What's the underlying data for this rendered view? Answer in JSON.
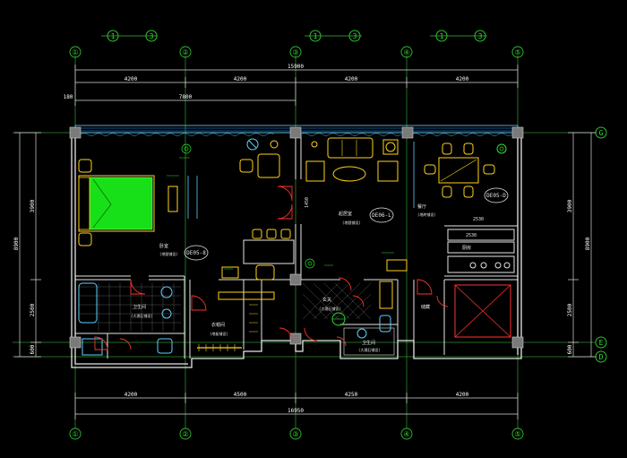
{
  "drawing": {
    "bubbles_top": [
      "①",
      "②",
      "③",
      "④",
      "⑤"
    ],
    "bubbles_bottom": [
      "①",
      "②",
      "③",
      "④",
      "⑤"
    ],
    "bubble_pairs": [
      {
        "left": "1",
        "right": "3"
      },
      {
        "left": "1",
        "right": "3"
      },
      {
        "left": "1",
        "right": "3"
      }
    ],
    "row_bubbles_right": [
      "G",
      "E",
      "D"
    ],
    "dims_top": [
      "4200",
      "4200",
      "4200",
      "4200"
    ],
    "dim_total_top": "15900",
    "dim_sub_top": [
      "180",
      "7800"
    ],
    "dims_bottom": [
      "4200",
      "4500",
      "4250",
      "4200"
    ],
    "dim_total_bottom": "16950",
    "dims_left": [
      "3900",
      "2500",
      "600"
    ],
    "dim_total_left": "8900",
    "dims_right": [
      "3900",
      "2500",
      "600"
    ],
    "dim_total_right": "8900",
    "room_labels": [
      {
        "id": "master-bedroom",
        "text": "卧室",
        "sub": "(地毯铺设)"
      },
      {
        "id": "living-room",
        "text": "起居室",
        "sub": "(地毯铺设)"
      },
      {
        "id": "dining",
        "text": "餐厅",
        "sub": "(地砖铺设)"
      },
      {
        "id": "bath-1",
        "text": "卫生间",
        "sub": "(大理石铺设)"
      },
      {
        "id": "bath-2",
        "text": "卫生间",
        "sub": "(大理石铺设)"
      },
      {
        "id": "closet",
        "text": "衣帽间",
        "sub": "(地板铺设)"
      },
      {
        "id": "kitchen",
        "text": "厨房",
        "sub": ""
      },
      {
        "id": "entry",
        "text": "玄关",
        "sub": "(大理石铺设)"
      },
      {
        "id": "store",
        "text": "储藏",
        "sub": ""
      }
    ],
    "tags": [
      "DE05-8",
      "DE06-L",
      "DE05-D"
    ],
    "misc_labels": [
      "2530",
      "1450",
      "2530"
    ]
  }
}
